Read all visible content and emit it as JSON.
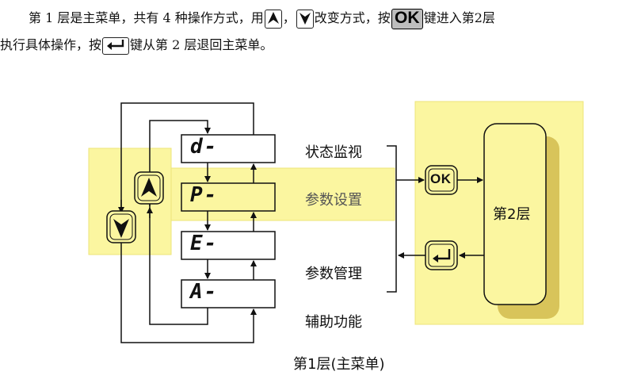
{
  "intro": {
    "line1_a": "第 1 层是主菜单，共有 4 种操作方式，用",
    "line1_sep": "，",
    "line1_b": "改变方式，按",
    "ok_key": "OK",
    "line1_c": "键进入第2层",
    "line2_a": "执行具体操作，按",
    "line2_b": "键从第 2 层退回主菜单。"
  },
  "menu": {
    "items": [
      {
        "display": "d-",
        "label": "状态监视"
      },
      {
        "display": "P-",
        "label": "参数设置"
      },
      {
        "display": "E-",
        "label": "参数管理"
      },
      {
        "display": "A-",
        "label": "辅助功能"
      }
    ],
    "active_index": 1
  },
  "level2": {
    "label": "第2层",
    "ok_key": "OK"
  },
  "caption": "第1层(主菜单)",
  "colors": {
    "highlight": "#fbf6a0",
    "highlight_border": "#e9e26a",
    "shadow": "#d8c45a",
    "line": "#111111"
  }
}
